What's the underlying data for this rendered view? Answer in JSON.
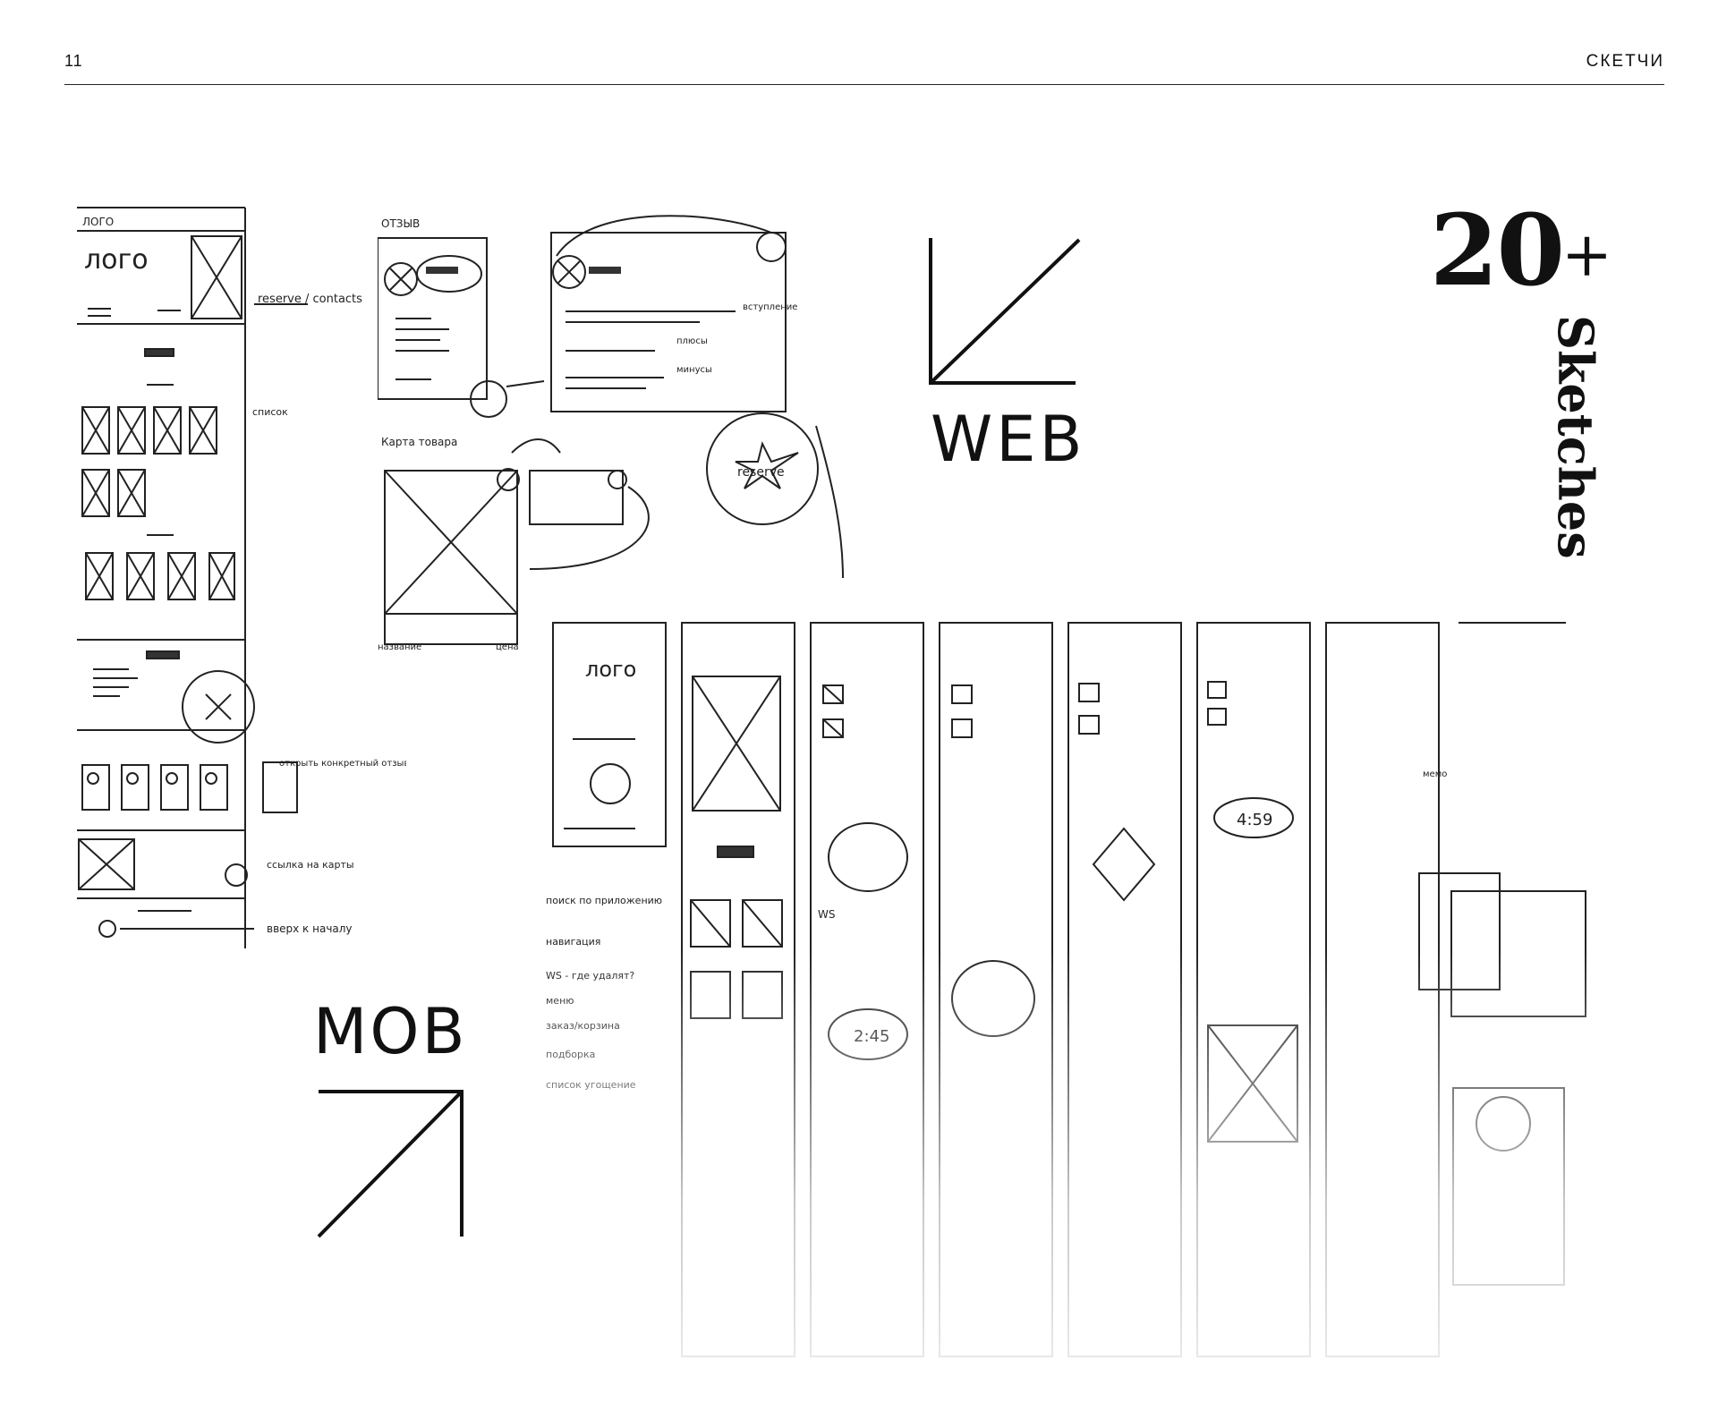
{
  "header": {
    "page_number": "11",
    "section_title": "СКЕТЧИ"
  },
  "badge": {
    "count": "20",
    "plus": "+",
    "label": "Sketches"
  },
  "labels": {
    "web": "WEB",
    "mob": "MOB"
  },
  "icons": {
    "web_arrow": "arrow-down-left-icon",
    "mob_arrow": "arrow-up-right-icon"
  },
  "sketch_notes": {
    "logo": "ЛОГО",
    "logo_big": "лого",
    "reserve_contacts": "reserve / contacts",
    "list": "список",
    "open_review": "открыть конкретный отзыв",
    "map_link": "ссылка на карты",
    "up_top": "вверх к началу",
    "review": "ОТЗЫВ",
    "intro": "вступление",
    "pluses": "плюсы",
    "minuses": "минусы",
    "product_card": "Карта товара",
    "name": "название",
    "price": "цена",
    "reserve": "reserve",
    "search_note": "поиск по приложению",
    "nav_note": "навигация",
    "ws_note": "WS - где удалят?",
    "menu_note": "меню",
    "order_note": "заказ/корзина",
    "book_note": "подборка",
    "list_note": "список угощение",
    "timer_a": "2:45",
    "timer_b": "4:59",
    "ws": "WS",
    "memo": "мемо"
  }
}
